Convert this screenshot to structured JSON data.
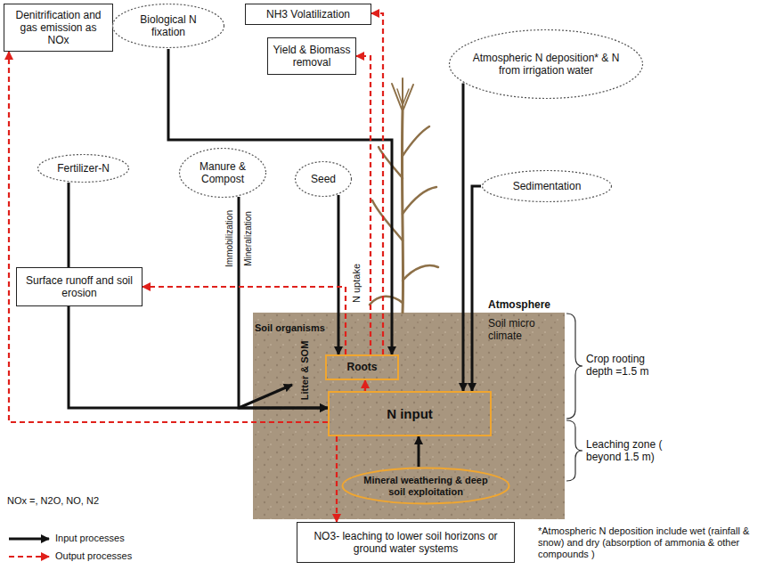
{
  "diagram": {
    "nodes": [
      {
        "text": [
          "Denitrification and gas emission as NOx"
        ]
      },
      {
        "text": [
          "Biological N fixation"
        ]
      },
      {
        "text": [
          "NH3 Volatilization"
        ]
      },
      {
        "text": [
          "Yield & Biomass removal"
        ]
      },
      {
        "text": [
          "Atmospheric N deposition* & N from irrigation water"
        ]
      },
      {
        "text": [
          "Fertilizer-N"
        ]
      },
      {
        "text": [
          "Manure & Compost"
        ]
      },
      {
        "text": [
          "Seed"
        ]
      },
      {
        "text": [
          "Sedimentation"
        ]
      },
      {
        "text": [
          "Surface runoff and soil erosion"
        ]
      },
      {
        "text": [
          "Roots"
        ]
      },
      {
        "text": [
          "N input"
        ]
      },
      {
        "text": [
          "Mineral weathering & deep soil exploitation"
        ]
      },
      {
        "text": [
          "NO3- leaching to lower soil horizons or ground water systems"
        ]
      }
    ],
    "edges": [
      {
        "from": 5,
        "to": 11,
        "arrow": "to"
      },
      {
        "from": 6,
        "to": 11,
        "arrow": "to"
      },
      {
        "from": 7,
        "to": 10,
        "arrow": "to"
      },
      {
        "from": 1,
        "to": 10,
        "arrow": "to"
      },
      {
        "from": 4,
        "to": 11,
        "arrow": "to"
      },
      {
        "from": 8,
        "to": 11,
        "arrow": "to"
      },
      {
        "from": 12,
        "to": 11,
        "arrow": "to"
      },
      {
        "from": 11,
        "to": 0,
        "arrow": "to"
      },
      {
        "from": 10,
        "to": 9,
        "arrow": "to"
      },
      {
        "from": 10,
        "to": 3,
        "arrow": "to"
      },
      {
        "from": 10,
        "to": 2,
        "arrow": "to"
      },
      {
        "from": 11,
        "to": 10,
        "arrow": "to"
      },
      {
        "from": 11,
        "to": 13,
        "arrow": "to"
      }
    ],
    "labels": [
      "Soil organisms",
      "Litter & SOM",
      "Immobilization",
      "Mineralization",
      "N uptake",
      "Atmosphere",
      "Soil micro climate",
      "Crop rooting depth =1.5 m",
      "Leaching zone ( beyond 1.5 m)",
      "NOx =, N2O, NO, N2",
      "*Atmospheric N deposition include wet (rainfall & snow) and dry (absorption of ammonia & other compounds )"
    ],
    "legend": [
      {
        "text": "Input processes"
      },
      {
        "text": "Output processes"
      }
    ]
  }
}
